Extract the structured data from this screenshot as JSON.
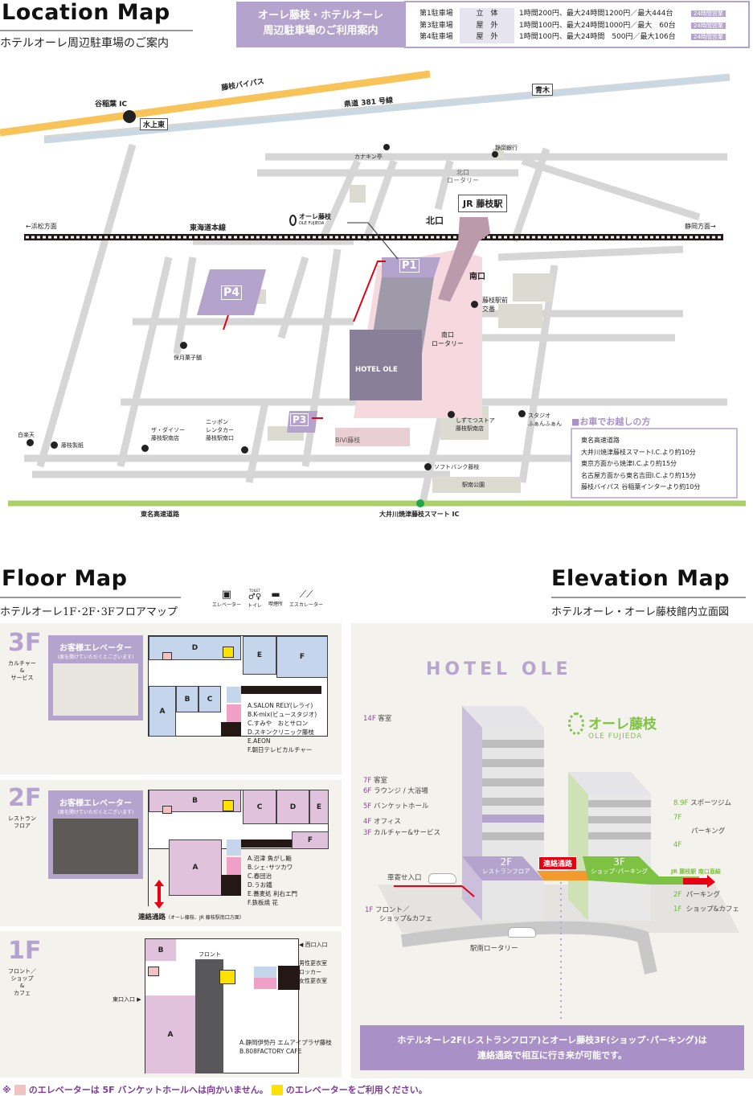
{
  "location": {
    "title": "Location Map",
    "subtitle": "ホテルオーレ周辺駐車場のご案内",
    "banner": [
      "オーレ藤枝・ホテルオーレ",
      "周辺駐車場のご利用案内"
    ],
    "parking": [
      {
        "name": "第1駐車場",
        "type": "立　体",
        "price": "1時間200円、最大24時間1200円／最大444台",
        "badge": "24時間営業"
      },
      {
        "name": "第3駐車場",
        "type": "屋　外",
        "price": "1時間100円、最大24時間1000円／最大　60台",
        "badge": "24時間営業"
      },
      {
        "name": "第4駐車場",
        "type": "屋　外",
        "price": "1時間100円、最大24時間　500円／最大106台",
        "badge": "24時間営業"
      }
    ],
    "map": {
      "bypass": "藤枝バイパス",
      "ic": "谷稲葉 IC",
      "mizukami": "水上東",
      "route381": "県道 381 号線",
      "aoki": "青木",
      "kanakin": "カナキン亭",
      "shizuginko": "静岡銀行",
      "north_rotary": [
        "北口",
        "ロータリー"
      ],
      "station": "JR 藤枝駅",
      "hamamatsu": "←浜松方面",
      "tokaido": "東海道本線",
      "ole_logo": "オーレ藤枝",
      "ole_logo_en": "OLE FUJIEDA",
      "north_exit": "北口",
      "shizuoka": "静岡方面→",
      "south_exit": "南口",
      "koban": [
        "藤枝駅前",
        "交番"
      ],
      "south_rotary": [
        "南口",
        "ロータリー"
      ],
      "hozuki": "保月菓子舗",
      "hotel": "HOTEL OLE",
      "p1": "P1",
      "p3": "P3",
      "p4": "P4",
      "hakurakuten": "白楽天",
      "seishi": "藤枝製紙",
      "daiso": [
        "ザ・ダイソー",
        "藤枝駅南店"
      ],
      "nippon": [
        "ニッポン",
        "レンタカー",
        "藤枝駅南口"
      ],
      "bivi": "BiVi藤枝",
      "shizutetsu": [
        "しずてつストア",
        "藤枝駅南店"
      ],
      "studio": [
        "スタジオ",
        "ふぁんふぁん"
      ],
      "softbank": "ソフトバンク藤枝",
      "park": "駅南公園",
      "tomei": "東名高速道路",
      "smart_ic": "大井川焼津藤枝スマート IC",
      "car_title": "■お車でお越しの方",
      "car_lines": [
        "東名高速道路",
        "大井川焼津藤枝スマートI.C.より約10分",
        "東京方面から焼津I.C.より約15分",
        "名古屋方面から東名吉田I.C.より約15分",
        "藤枝バイパス 谷稲葉インターより約10分"
      ]
    }
  },
  "floor": {
    "title": "Floor Map",
    "subtitle": "ホテルオーレ1F･2F･3Fフロアマップ",
    "legend": [
      {
        "icon": "elevator-icon",
        "label": "エレベーター"
      },
      {
        "icon": "toilet-icon",
        "label": "トイレ"
      },
      {
        "icon": "smoking-icon",
        "label": "喫煙所"
      },
      {
        "icon": "escalator-icon",
        "label": "エスカレーター"
      }
    ],
    "toilet_tag": "TOILET",
    "elevator_card": {
      "title": "お客様エレベーター",
      "note": "(扉を開けていただくとございます)"
    },
    "f3": {
      "num": "3F",
      "desc": [
        "カルチャー",
        "&",
        "サービス"
      ],
      "blocks": [
        "A",
        "B",
        "C",
        "D",
        "E",
        "F"
      ],
      "shops": [
        "A.SALON RELY(レライ)",
        "B.K-mix(ビュースタジオ)",
        "C.すみや　おとサロン",
        "D.スキンクリニック藤枝",
        "E.AEON",
        "F.朝日テレビカルチャー"
      ]
    },
    "f2": {
      "num": "2F",
      "desc": [
        "レストラン",
        "フロア"
      ],
      "blocks": [
        "A",
        "B",
        "C",
        "D",
        "E",
        "F"
      ],
      "shops": [
        "A.沼津 魚がし鮨",
        "B.シェ･サツカワ",
        "C.春団治",
        "D.うお鐵",
        "E.蕎麦処 利右エ門",
        "F.鉄板焼 花"
      ],
      "corridor": "連絡通路",
      "corridor_note": "（オーレ藤枝、JR 藤枝駅南口方面）"
    },
    "f1": {
      "num": "1F",
      "desc": [
        "フロント／",
        "ショップ",
        "&",
        "カフェ"
      ],
      "blocks": [
        "A",
        "B"
      ],
      "front": "フロント",
      "west": "◀ 西口入口",
      "east": "東口入口 ▶",
      "rooms": [
        "男性更衣室",
        "ロッカー",
        "女性更衣室"
      ],
      "shops": [
        "A.静岡伊勢丹 エムアイプラザ藤枝",
        "B.808FACTORY CAFE"
      ]
    },
    "mark": "※",
    "note_a": "のエレベーターは 5F バンケットホールへは向かいません。",
    "note_b": "のエレベーターをご利用ください。"
  },
  "elevation": {
    "title": "Elevation Map",
    "subtitle": "ホテルオーレ・オーレ藤枝館内立面図",
    "hotel_logo": "HOTEL OLE",
    "ole_logo": "オーレ藤枝",
    "ole_logo_en": "OLE FUJIEDA",
    "hotel_floors": [
      {
        "num": "14F",
        "label": "客室"
      },
      {
        "num": "7F",
        "label": "客室"
      },
      {
        "num": "6F",
        "label": "ラウンジ / 大浴場"
      },
      {
        "num": "5F",
        "label": "バンケットホール"
      },
      {
        "num": "4F",
        "label": "オフィス"
      },
      {
        "num": "3F",
        "label": "カルチャー&サービス"
      },
      {
        "num": "1F",
        "label": "フロント／"
      }
    ],
    "hotel_1f_line2": "ショップ&カフェ",
    "ole_floors": [
      {
        "num": "8.9F",
        "label": "スポーツジム"
      },
      {
        "num": "7F",
        "label": ""
      },
      {
        "num": "",
        "label": "パーキング"
      },
      {
        "num": "4F",
        "label": ""
      },
      {
        "num": "2F",
        "label": "パーキング"
      },
      {
        "num": "1F",
        "label": "ショップ&カフェ"
      }
    ],
    "band_2f": {
      "num": "2F",
      "label": "レストランフロア"
    },
    "band_3f": {
      "num": "3F",
      "label": "ショップ･パーキング"
    },
    "corridor": "連絡通路",
    "jr": "JR 藤枝駅 南口直結",
    "car_entry": "車寄せ入口",
    "rotary": "駅南ロータリー",
    "banner": [
      "ホテルオーレ2F(レストランフロア)とオーレ藤枝3F(ショップ･パーキング)は",
      "連絡通路で相互に行き来が可能です。"
    ]
  },
  "colors": {
    "purple": "#b4a3cc",
    "green": "#7dc242",
    "red": "#e60012",
    "orange": "#f39a2e",
    "yellow": "#ffe100"
  }
}
